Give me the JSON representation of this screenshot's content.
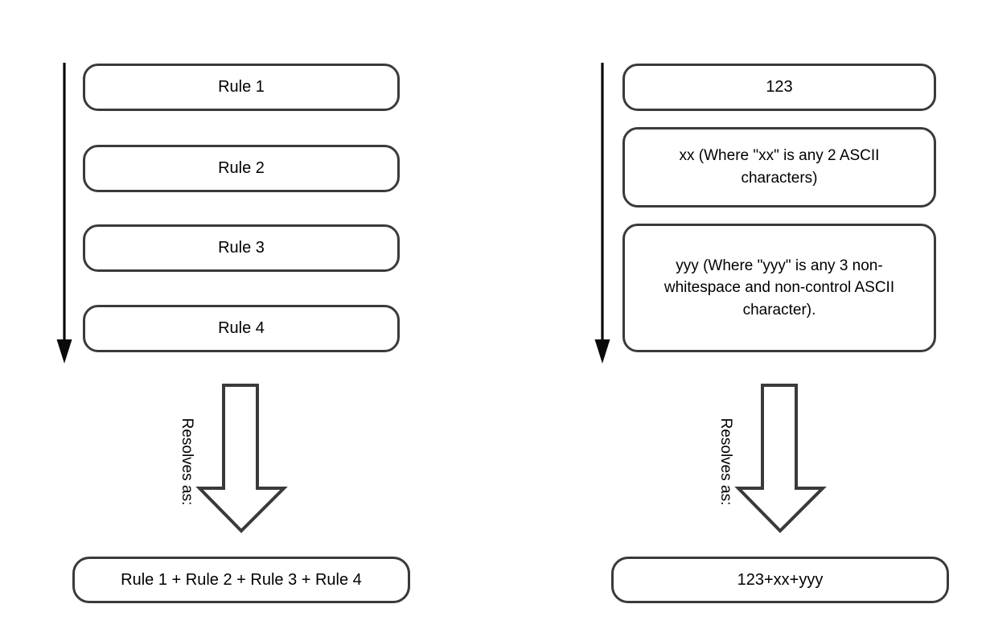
{
  "canvas": {
    "background": "#ffffff",
    "box_border_color": "#3a3a3a",
    "thin_arrow_color": "#0a0a0a",
    "big_arrow_fill": "#ffffff",
    "text_color": "#000000"
  },
  "left_flow": {
    "rules": [
      "Rule 1",
      "Rule 2",
      "Rule 3",
      "Rule 4"
    ],
    "resolves_label": "Resolves as:",
    "result": "Rule 1 + Rule 2 + Rule 3 + Rule 4"
  },
  "right_flow": {
    "items": [
      "123",
      "xx (Where \"xx\" is any 2 ASCII characters)",
      "yyy (Where \"yyy\" is any 3 non-whitespace and non-control ASCII character)."
    ],
    "resolves_label": "Resolves as:",
    "result": "123+xx+yyy"
  }
}
